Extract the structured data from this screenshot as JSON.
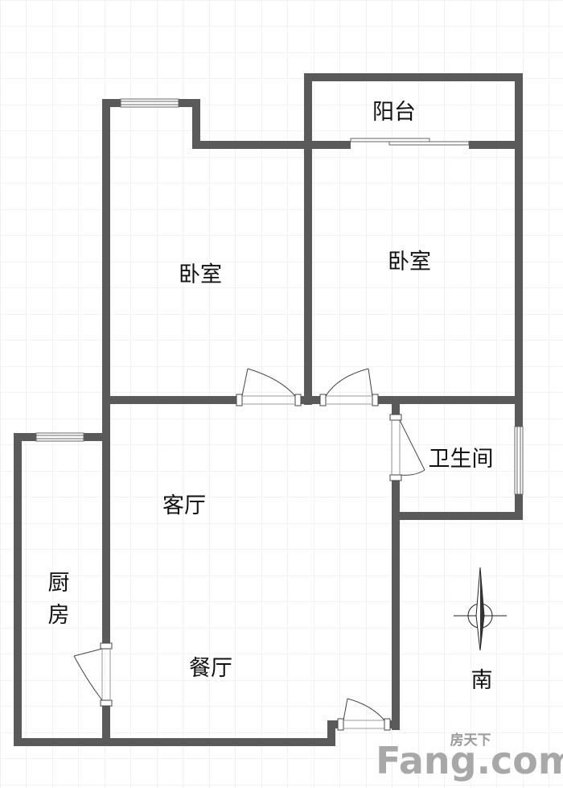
{
  "rooms": {
    "balcony": "阳台",
    "bedroom_left": "卧室",
    "bedroom_right": "卧室",
    "bathroom": "卫生间",
    "living_room": "客厅",
    "kitchen_line1": "厨",
    "kitchen_line2": "房",
    "dining_room": "餐厅"
  },
  "compass": {
    "label": "南"
  },
  "watermark": {
    "cn": "房天下",
    "en": "Fang.com"
  },
  "colors": {
    "wall": "#5a5a5a",
    "grid": "#e6e6e6",
    "frame": "#888888"
  }
}
